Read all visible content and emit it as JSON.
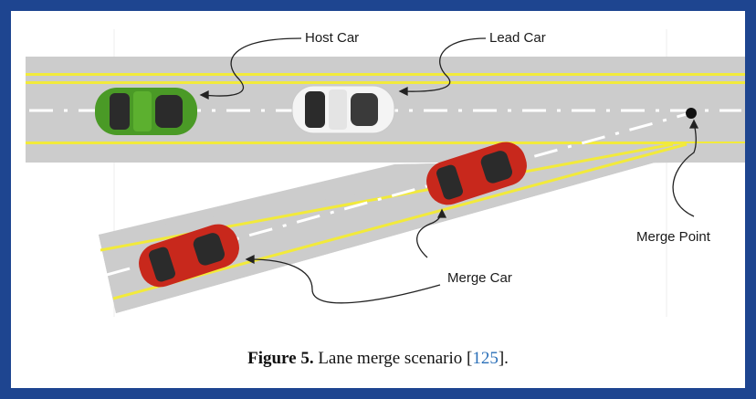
{
  "labels": {
    "host_car": "Host Car",
    "lead_car": "Lead Car",
    "merge_point": "Merge Point",
    "merge_car": "Merge Car"
  },
  "caption": {
    "figure": "Figure 5.",
    "text": "Lane merge scenario [",
    "ref": "125",
    "end": "]."
  },
  "colors": {
    "road": "#cccccc",
    "lane_edge": "#f2ea3b",
    "host_car": "#4a9a26",
    "lead_car": "#f4f4f4",
    "merge_car": "#c8281c",
    "frame": "#1e4590"
  }
}
